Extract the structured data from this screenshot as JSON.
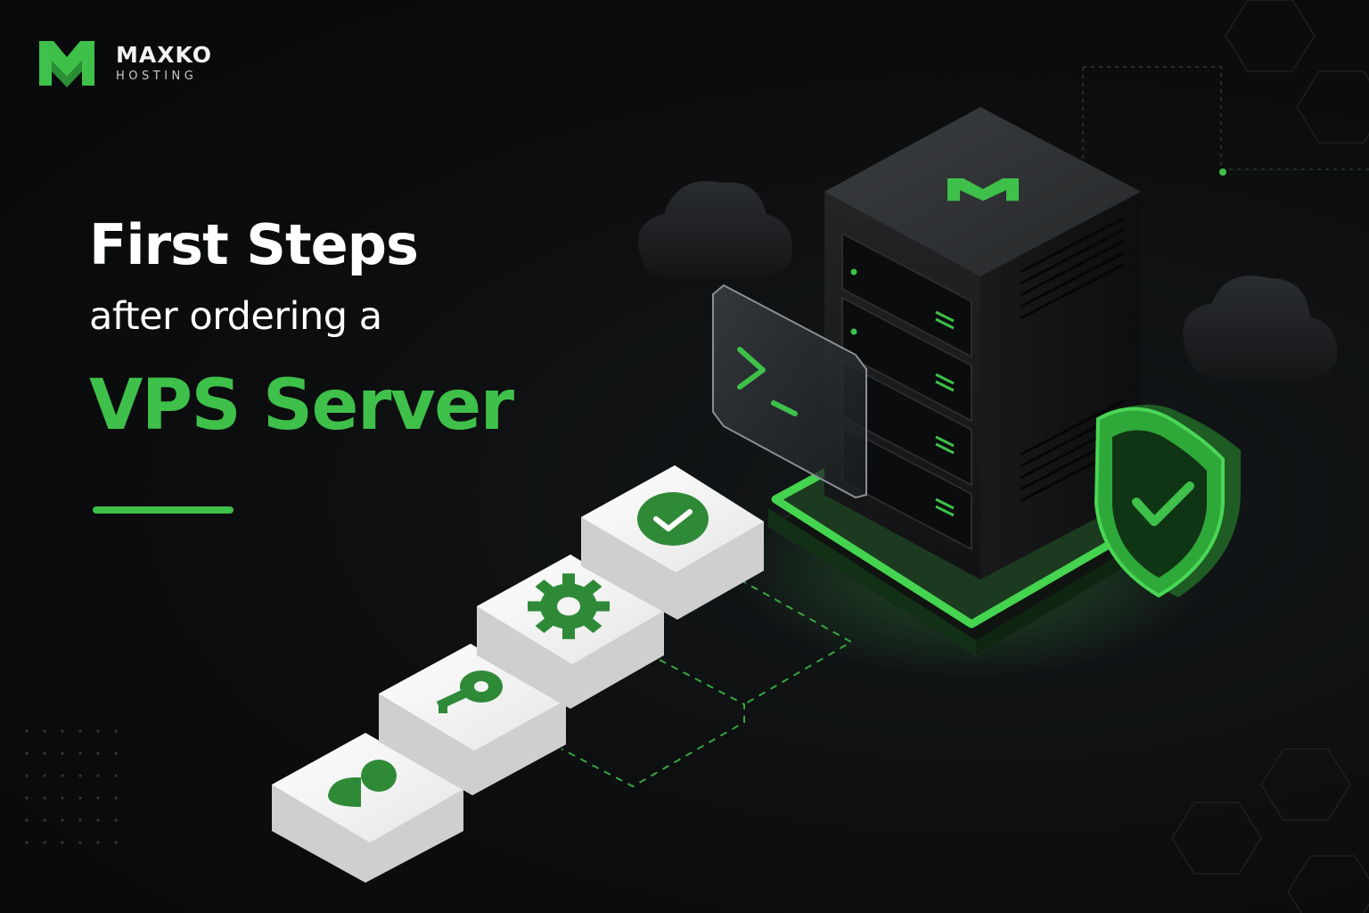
{
  "brand": {
    "name": "MAXKO",
    "sub": "HOSTING",
    "icon": "maxko-logo-icon"
  },
  "headline": {
    "line1": "First Steps",
    "line2": "after ordering a",
    "line3": "VPS Server"
  },
  "colors": {
    "accent": "#3ec04a",
    "background": "#0c0d0e",
    "text": "#ffffff"
  },
  "illustration": {
    "server": {
      "icon": "server-tower-icon",
      "logo": "maxko-logo-icon"
    },
    "terminal": {
      "icon": "terminal-icon",
      "prompt": ">_"
    },
    "shield": {
      "icon": "shield-check-icon"
    },
    "steps": [
      {
        "icon": "user-icon"
      },
      {
        "icon": "key-icon"
      },
      {
        "icon": "gear-icon"
      },
      {
        "icon": "check-circle-icon"
      }
    ],
    "clouds": [
      "cloud-icon",
      "cloud-icon"
    ]
  }
}
